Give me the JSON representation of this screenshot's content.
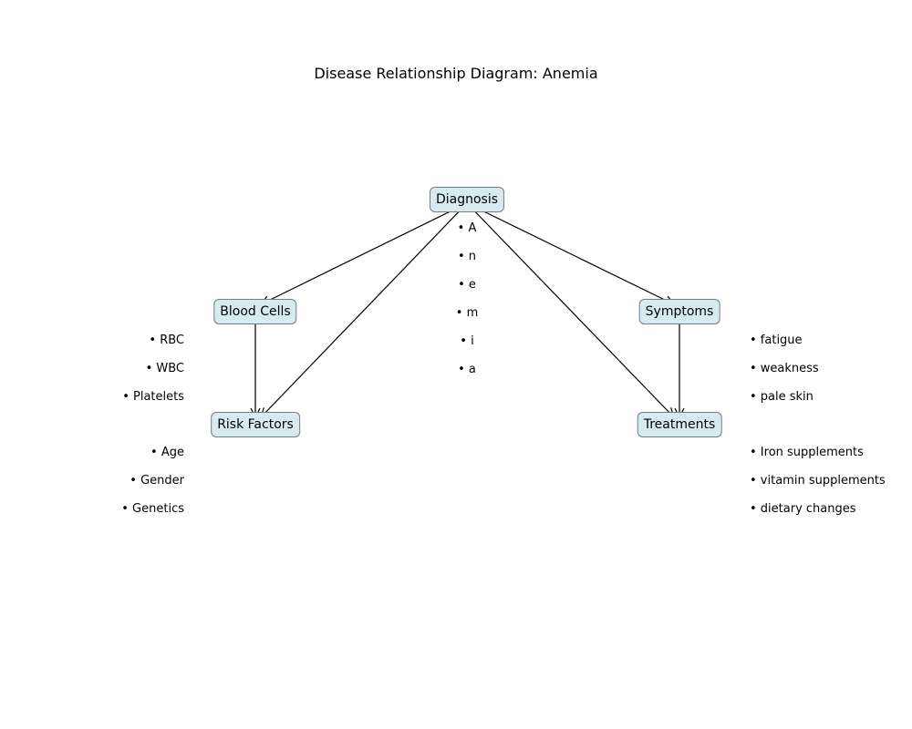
{
  "title": "Disease Relationship Diagram: Anemia",
  "nodes": {
    "diagnosis": "Diagnosis",
    "blood_cells": "Blood Cells",
    "symptoms": "Symptoms",
    "risk_factors": "Risk Factors",
    "treatments": "Treatments"
  },
  "lists": {
    "diagnosis": [
      "• A",
      "• n",
      "• e",
      "• m",
      "• i",
      "• a"
    ],
    "blood_cells": [
      "• RBC",
      "• WBC",
      "• Platelets"
    ],
    "symptoms": [
      "• fatigue",
      "• weakness",
      "• pale skin"
    ],
    "risk_factors": [
      "• Age",
      "• Gender",
      "• Genetics"
    ],
    "treatments": [
      "• Iron supplements",
      "• vitamin supplements",
      "• dietary changes"
    ]
  },
  "edges": [
    {
      "from": "diagnosis",
      "to": "blood_cells"
    },
    {
      "from": "diagnosis",
      "to": "symptoms"
    },
    {
      "from": "diagnosis",
      "to": "risk_factors"
    },
    {
      "from": "diagnosis",
      "to": "treatments"
    },
    {
      "from": "blood_cells",
      "to": "risk_factors"
    },
    {
      "from": "symptoms",
      "to": "treatments"
    }
  ],
  "colors": {
    "node_fill": "#d6ebf0",
    "node_border": "#6e7f85",
    "edge": "#000000"
  }
}
